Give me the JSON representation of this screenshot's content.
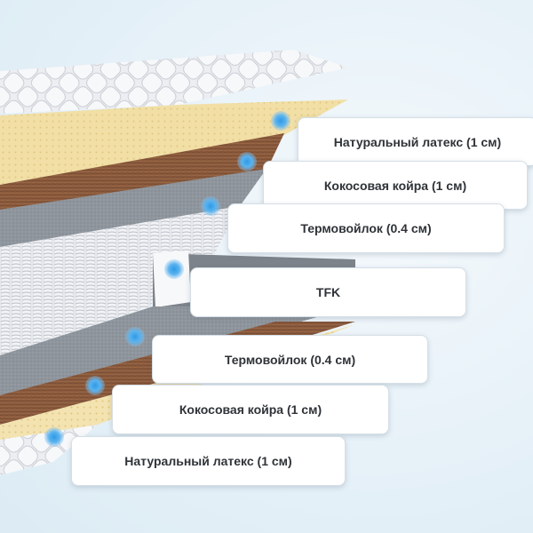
{
  "layers": [
    {
      "id": "latex-top",
      "label": "Натуральный латекс (1 см)"
    },
    {
      "id": "coir-top",
      "label": "Кокосовая койра (1 см)"
    },
    {
      "id": "felt-top",
      "label": "Термовойлок (0.4 см)"
    },
    {
      "id": "tfk",
      "label": "TFK"
    },
    {
      "id": "felt-bottom",
      "label": "Термовойлок (0.4 см)"
    },
    {
      "id": "coir-bottom",
      "label": "Кокосовая койра (1 см)"
    },
    {
      "id": "latex-bottom",
      "label": "Натуральный латекс (1 см)"
    }
  ],
  "colors": {
    "latex": "#f1dfa6",
    "coir": "#8a5a3c",
    "felt": "#8f959c",
    "springs": "#eef0f3",
    "quilt": "#e9ebef",
    "marker": "#2f9ae6"
  }
}
